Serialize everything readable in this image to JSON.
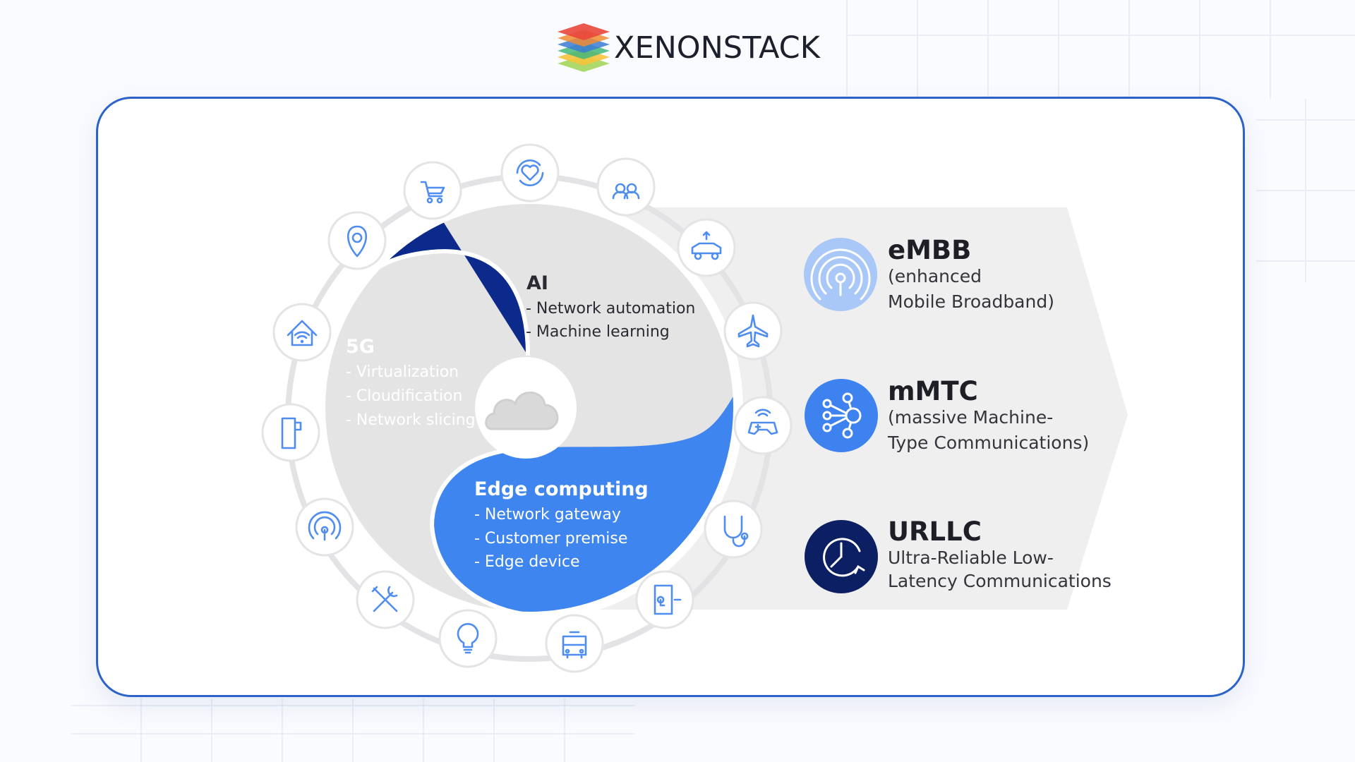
{
  "brand": {
    "name": "XENONSTACK",
    "layer_colors": [
      "#e9473b",
      "#f08b33",
      "#3a7bd5",
      "#42b77b",
      "#f6c33c",
      "#a3d65c"
    ]
  },
  "segments": {
    "five_g": {
      "title": "5G",
      "items": [
        "- Virtualization",
        "- Cloudification",
        "- Network slicing"
      ],
      "color": "#0b2a8c"
    },
    "ai": {
      "title": "AI",
      "items": [
        "- Network automation",
        "- Machine learning"
      ],
      "color": "#e4e4e4"
    },
    "edge": {
      "title": "Edge computing",
      "items": [
        "- Network gateway",
        "- Customer premise",
        "- Edge device"
      ],
      "color": "#3f85ef"
    }
  },
  "center_icon": "cloud-icon",
  "ring_icons": [
    "shopping-cart-icon",
    "heart-sync-icon",
    "people-group-icon",
    "connected-car-icon",
    "airplane-icon",
    "game-controller-icon",
    "stethoscope-icon",
    "door-lock-icon",
    "bus-icon",
    "light-bulb-icon",
    "tools-icon",
    "broadcast-icon",
    "phone-icon",
    "smart-home-icon",
    "location-pin-icon"
  ],
  "services": [
    {
      "title": "eMBB",
      "lines": [
        "(enhanced",
        "Mobile Broadband)"
      ],
      "icon": "antenna-icon",
      "color": "#a9c8f7"
    },
    {
      "title": "mMTC",
      "lines": [
        "(massive Machine-",
        "Type Communications)"
      ],
      "icon": "network-nodes-icon",
      "color": "#3d82ee"
    },
    {
      "title": "URLLC",
      "lines": [
        "Ultra-Reliable Low-",
        "Latency Communications"
      ],
      "icon": "clock-icon",
      "color": "#0d1f63"
    }
  ]
}
